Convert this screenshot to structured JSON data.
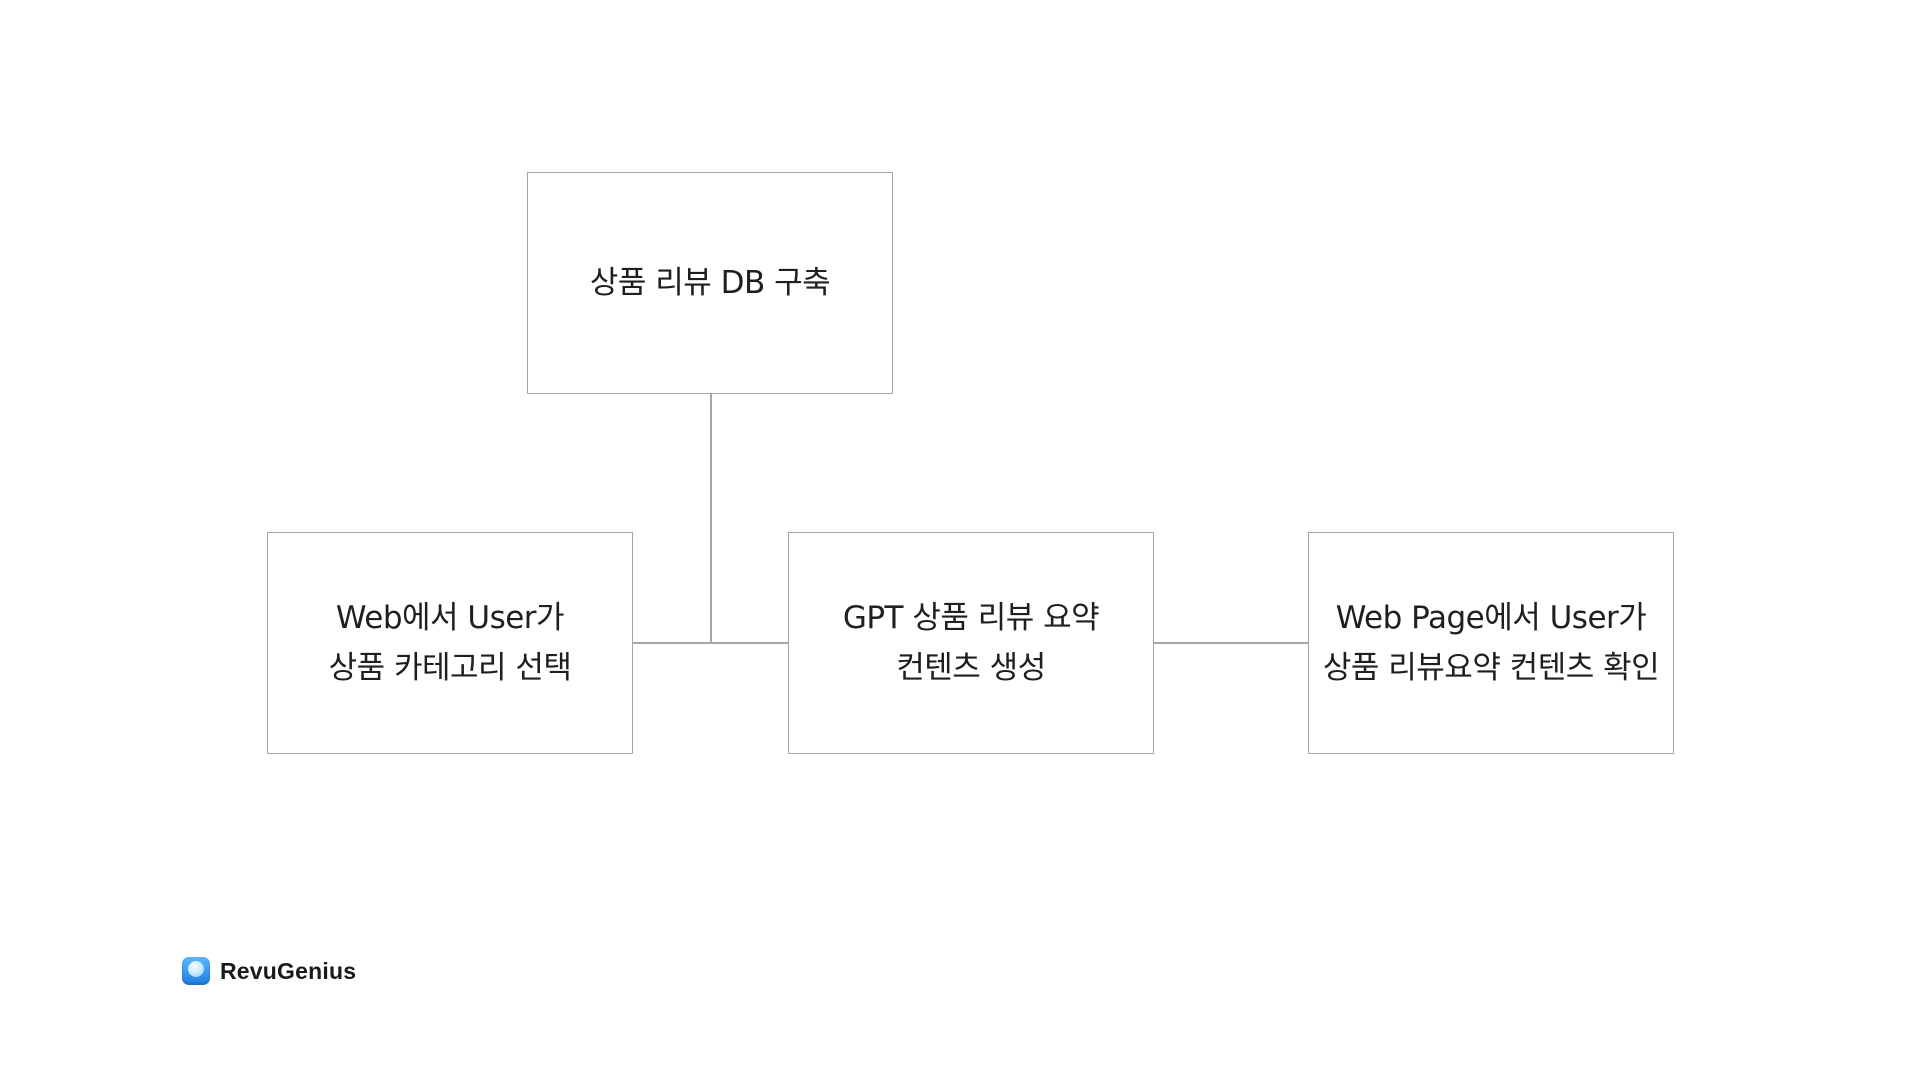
{
  "diagram": {
    "nodes": [
      {
        "id": "db",
        "lines": [
          "상품 리뷰 DB 구축"
        ]
      },
      {
        "id": "select",
        "lines": [
          "Web에서 User가",
          "상품 카테고리 선택"
        ]
      },
      {
        "id": "gpt",
        "lines": [
          "GPT 상품 리뷰 요약",
          "컨텐츠 생성"
        ]
      },
      {
        "id": "confirm",
        "lines": [
          "Web Page에서 User가",
          "상품 리뷰요약 컨텐츠 확인"
        ]
      }
    ]
  },
  "brand": {
    "name": "RevuGenius",
    "icon": "app-logo-icon",
    "accent_color": "#2f93f0"
  }
}
